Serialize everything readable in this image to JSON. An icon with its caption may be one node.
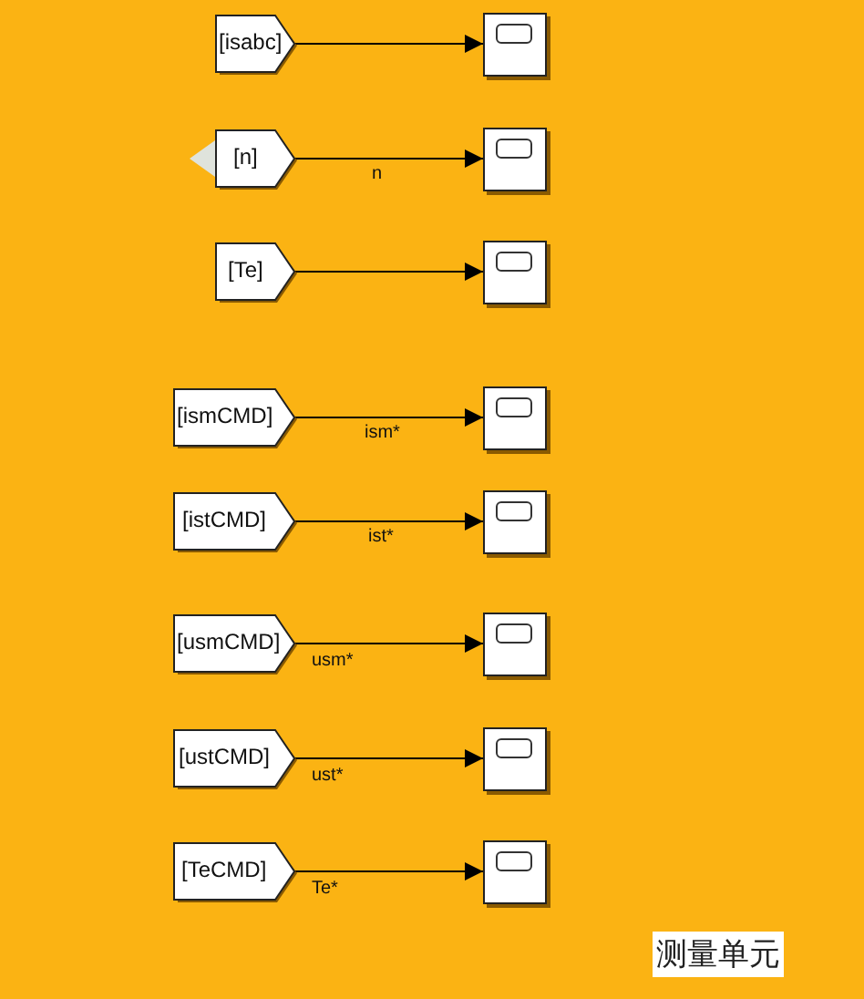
{
  "diagram": {
    "nodes": [
      {
        "text": [
          "[isabc]"
        ]
      },
      {
        "text": [],
        "shape": "box"
      },
      {
        "text": [
          "[n]"
        ]
      },
      {
        "text": [],
        "shape": "box"
      },
      {
        "text": [
          "[Te]"
        ]
      },
      {
        "text": [],
        "shape": "box"
      },
      {
        "text": [
          "[ismCMD]"
        ]
      },
      {
        "text": [],
        "shape": "box"
      },
      {
        "text": [
          "[istCMD]"
        ]
      },
      {
        "text": [],
        "shape": "box"
      },
      {
        "text": [
          "[usmCMD]"
        ]
      },
      {
        "text": [],
        "shape": "box"
      },
      {
        "text": [
          "[ustCMD]"
        ]
      },
      {
        "text": [],
        "shape": "box"
      },
      {
        "text": [
          "[TeCMD]"
        ]
      },
      {
        "text": [],
        "shape": "box"
      }
    ],
    "edges": [
      {
        "from": 0,
        "to": 1,
        "arrow": "to"
      },
      {
        "from": 2,
        "to": 3,
        "arrow": "to",
        "label": "n"
      },
      {
        "from": 4,
        "to": 5,
        "arrow": "to"
      },
      {
        "from": 6,
        "to": 7,
        "arrow": "to",
        "label": "ism*"
      },
      {
        "from": 8,
        "to": 9,
        "arrow": "to",
        "label": "ist*"
      },
      {
        "from": 10,
        "to": 11,
        "arrow": "to",
        "label": "usm*"
      },
      {
        "from": 12,
        "to": 13,
        "arrow": "to",
        "label": "ust*"
      },
      {
        "from": 14,
        "to": 15,
        "arrow": "to",
        "label": "Te*"
      }
    ],
    "labels": [
      "测量单元"
    ]
  }
}
